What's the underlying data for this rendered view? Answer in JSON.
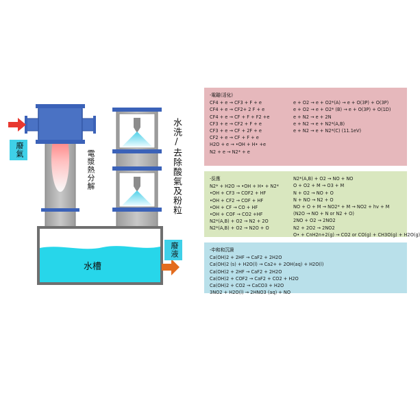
{
  "labels": {
    "waste_gas": "廢氣",
    "plasma_decomposition": "電漿熱分解",
    "scrubber": "水洗/去除酸氣及粉粒",
    "water_tank": "水槽",
    "waste_liquid": "廢液"
  },
  "panels": {
    "ionization": {
      "title": "-電離(活化)",
      "left": [
        "CF4 + e → CF3 + F + e",
        "CF4 + e → CF2+ 2 F + e",
        "CF4 + e → CF + F + F2 +e",
        "CF3 + e → CF2 + F + e",
        "CF3 + e → CF + 2F + e",
        "CF2 + e → CF + F + e",
        "H2O + e → •OH + H• +e",
        "N2 + e → N2* + e"
      ],
      "right": [
        "e + O2 → e + O2*(A) → e + O(3P) + O(3P)",
        "e + O2 → e + O2* (B) → e + O(3P) + O(1D)",
        "e + N2 → e + 2N",
        "e + N2 → e + N2*(A,B)",
        "e + N2 → e + N2*(C)  (11.1eV)"
      ]
    },
    "reaction": {
      "title": "-反應",
      "left": [
        "N2* + H2O → •OH + H• + N2*",
        "•OH + CF3 → COF2 + HF",
        "•OH + CF2 → COF + HF",
        "•OH + CF → CO + HF",
        "•OH + COF → CO2 +HF",
        "N2*(A,B) + O2 → N2 + 2O",
        "N2*(A,B) + O2 → N2O + O"
      ],
      "right": [
        "N2*(A,B) + O2 → NO + NO",
        "O + O2 + M → O3 + M",
        "N + O2 → NO + O",
        "N + NO → N2 + O",
        "NO + O + M → NO2* + M → NO2 + hv + M",
        "(N2O → NO + N or N2 + O)",
        "2NO + O2 → 2NO2",
        "N2 + 2O2 → 2NO2",
        "O• + CnH2n+2(g) → CO2 or CO(g) + CH3O(g) + H2O(g)"
      ]
    },
    "neutralization": {
      "title": "-中和和沉澱",
      "lines": [
        "Ca(OH)2 + 2HF → CaF2 + 2H2O",
        "Ca(OH)2 (s) + H2O(l) → Ca2+ + 2OH(aq) + H2O(l)",
        "Ca(OH)2 + 2HF → CaF2 + 2H2O",
        "Ca(OH)2 + COF2 → CaF2 + CO2 + H2O",
        "Ca(OH)2 + CO2 → CaCO3 + H2O",
        "3NO2 + H2O(l) → 2HNO3 (aq) + NO"
      ]
    }
  },
  "colors": {
    "blue_module": "#4a72c4",
    "gray_column": "#a6a6a6",
    "water": "#27d6ea",
    "arrow_in": "#e8382f",
    "arrow_out": "#e36c1e",
    "label_box": "#3fd0e8",
    "panel_ionization": "#e6b8bc",
    "panel_reaction": "#d9e7bf",
    "panel_neutralization": "#b9e0ea"
  }
}
